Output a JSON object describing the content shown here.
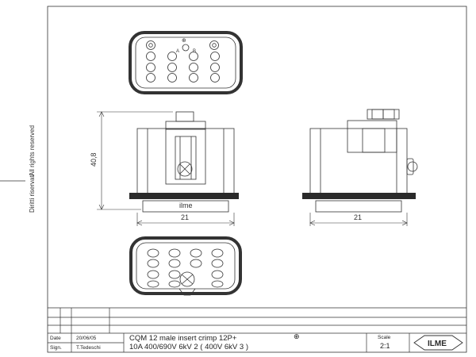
{
  "side_notes": {
    "rights_it": "Diritti riservati",
    "rights_en": "All rights reserved"
  },
  "dimensions": {
    "height_front": "40,8",
    "width_front": "21",
    "width_side": "21"
  },
  "front_view": {
    "brand_label": "ilme"
  },
  "top_view_labels": {
    "pin_a": "A",
    "pin_b": "B",
    "earth_symbol": "⊕"
  },
  "title_block": {
    "date_label": "Date",
    "date_value": "20/06/05",
    "sign_label": "Sign.",
    "sign_value": "T.Tedeschi",
    "description_line1": "CQM 12  male insert crimp 12P+",
    "description_line2": "10A 400/690V 6kV 2 ( 400V 6kV 3 )",
    "scale_label": "Scale",
    "scale_value": "2:1",
    "logo_text": "ILME"
  },
  "colors": {
    "line": "#333333",
    "fill_dark": "#2a2a2a"
  }
}
